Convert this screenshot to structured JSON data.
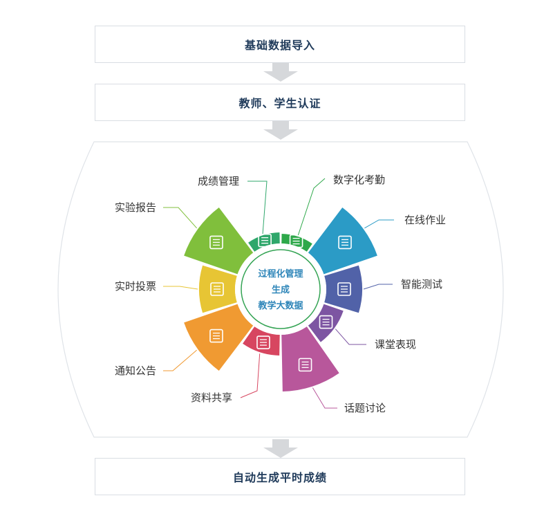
{
  "steps": {
    "import": "基础数据导入",
    "auth": "教师、学生认证",
    "final": "自动生成平时成绩"
  },
  "center": {
    "line1": "过程化管理",
    "line2": "生成",
    "line3": "教学大数据"
  },
  "segments": [
    {
      "label": "数字化考勤",
      "icon": "calendar-check-icon",
      "color": "#2ea84a"
    },
    {
      "label": "在线作业",
      "icon": "checklist-icon",
      "color": "#2b9bc6"
    },
    {
      "label": "智能测试",
      "icon": "clipboard-icon",
      "color": "#5162a8"
    },
    {
      "label": "课堂表现",
      "icon": "award-ribbon-icon",
      "color": "#7d55a2"
    },
    {
      "label": "话题讨论",
      "icon": "chat-bubbles-icon",
      "color": "#b8579b"
    },
    {
      "label": "资料共享",
      "icon": "book-icon",
      "color": "#d74660"
    },
    {
      "label": "通知公告",
      "icon": "bell-icon",
      "color": "#f09a32"
    },
    {
      "label": "实时投票",
      "icon": "vote-bars-icon",
      "color": "#e7c534"
    },
    {
      "label": "实验报告",
      "icon": "report-doc-icon",
      "color": "#80bf3c"
    },
    {
      "label": "成绩管理",
      "icon": "bar-chart-icon",
      "color": "#2fa76b"
    }
  ],
  "colors": {
    "arrow": "#d6d8db",
    "center_ring": "#33a353",
    "box_text": "#1f3a5a"
  }
}
